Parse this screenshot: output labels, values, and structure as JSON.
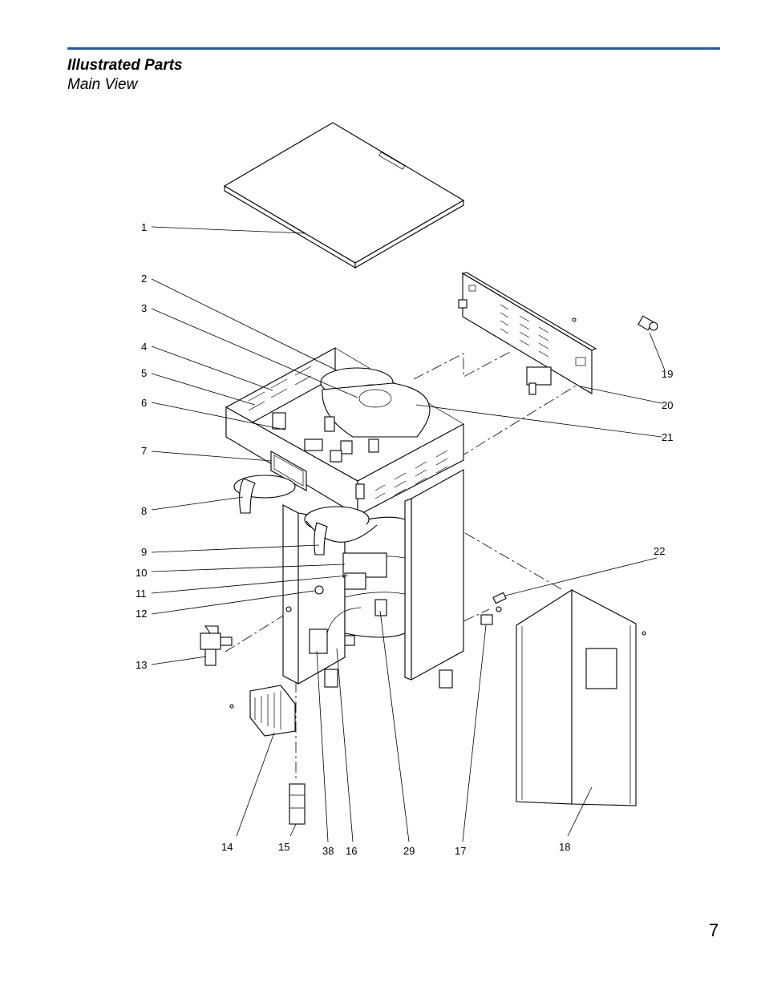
{
  "header": {
    "title": "Illustrated Parts",
    "subtitle": "Main View"
  },
  "page_number": "7",
  "callouts": [
    "1",
    "2",
    "3",
    "4",
    "5",
    "6",
    "7",
    "8",
    "9",
    "10",
    "11",
    "12",
    "13",
    "14",
    "15",
    "38",
    "16",
    "29",
    "17",
    "18",
    "19",
    "20",
    "21",
    "22"
  ]
}
